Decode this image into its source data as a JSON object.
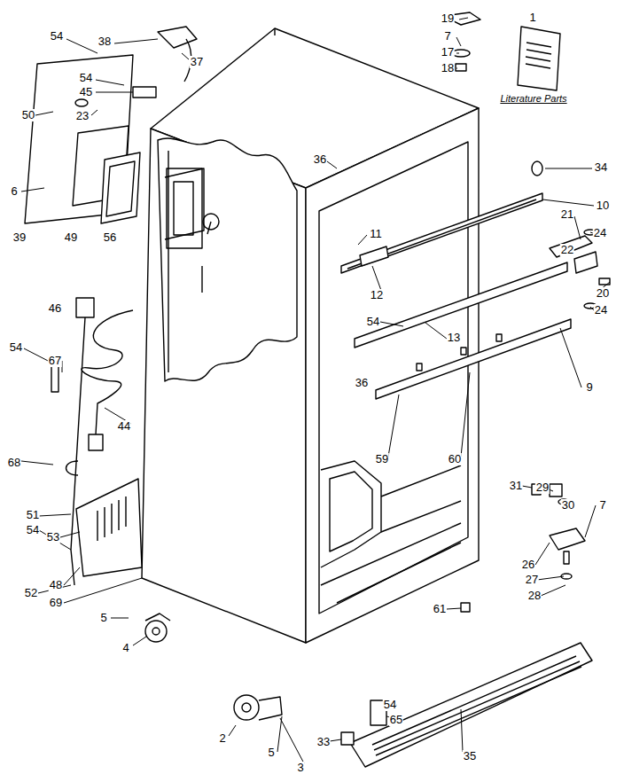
{
  "diagram": {
    "labels": [
      "54",
      "38",
      "37",
      "19",
      "1",
      "7",
      "17",
      "18",
      "Literature Parts",
      "54",
      "45",
      "50",
      "23",
      "36",
      "34",
      "10",
      "6",
      "21",
      "24",
      "11",
      "39",
      "49",
      "56",
      "22",
      "20",
      "12",
      "46",
      "24",
      "54",
      "13",
      "54",
      "67",
      "36",
      "9",
      "44",
      "59",
      "60",
      "68",
      "31",
      "29",
      "30",
      "7",
      "51",
      "54",
      "53",
      "26",
      "27",
      "28",
      "48",
      "52",
      "69",
      "61",
      "5",
      "4",
      "54",
      "65",
      "2",
      "33",
      "5",
      "35",
      "3"
    ]
  }
}
